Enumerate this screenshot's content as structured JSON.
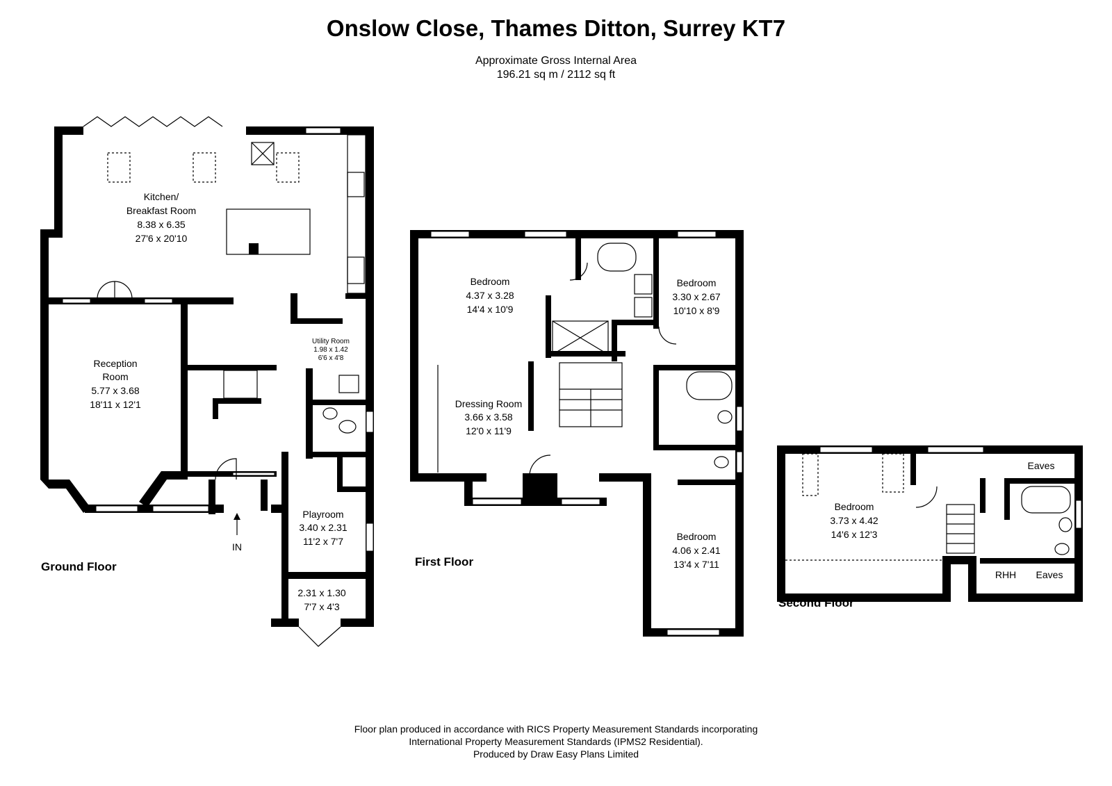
{
  "header": {
    "title": "Onslow Close, Thames Ditton, Surrey KT7",
    "area_label": "Approximate Gross Internal Area",
    "area_value": "196.21 sq m / 2112 sq ft"
  },
  "floors": {
    "ground": "Ground Floor",
    "first": "First Floor",
    "second": "Second Floor"
  },
  "rooms": {
    "kitchen": {
      "name1": "Kitchen/",
      "name2": "Breakfast Room",
      "metric": "8.38 x 6.35",
      "imperial": "27'6 x 20'10"
    },
    "reception": {
      "name1": "Reception",
      "name2": "Room",
      "metric": "5.77 x 3.68",
      "imperial": "18'11 x 12'1"
    },
    "utility": {
      "name": "Utility Room",
      "metric": "1.98 x 1.42",
      "imperial": "6'6 x 4'8"
    },
    "playroom": {
      "name": "Playroom",
      "metric": "3.40 x 2.31",
      "imperial": "11'2 x 7'7"
    },
    "store": {
      "metric": "2.31 x 1.30",
      "imperial": "7'7 x 4'3"
    },
    "bedroom1": {
      "name": "Bedroom",
      "metric": "4.37 x 3.28",
      "imperial": "14'4 x 10'9"
    },
    "dressing": {
      "name": "Dressing Room",
      "metric": "3.66 x 3.58",
      "imperial": "12'0 x 11'9"
    },
    "bedroom2": {
      "name": "Bedroom",
      "metric": "3.30 x 2.67",
      "imperial": "10'10 x 8'9"
    },
    "bedroom3": {
      "name": "Bedroom",
      "metric": "4.06 x 2.41",
      "imperial": "13'4 x 7'11"
    },
    "bedroom4": {
      "name": "Bedroom",
      "metric": "3.73 x 4.42",
      "imperial": "14'6 x 12'3"
    },
    "eaves1": "Eaves",
    "eaves2": "Eaves",
    "rhh": "RHH"
  },
  "entrance_label": "IN",
  "footer": {
    "line1": "Floor plan produced in accordance with RICS Property Measurement Standards incorporating",
    "line2": "International Property Measurement Standards (IPMS2 Residential).",
    "line3": "Produced by Draw Easy Plans Limited"
  }
}
